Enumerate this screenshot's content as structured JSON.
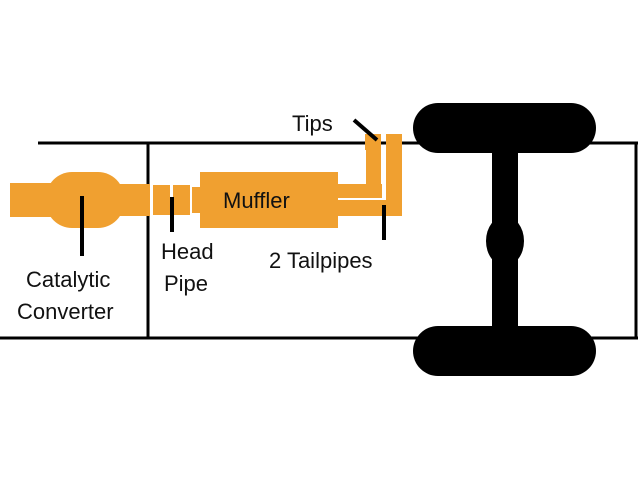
{
  "labels": {
    "catalytic_converter_line1": "Catalytic",
    "catalytic_converter_line2": "Converter",
    "head_pipe_line1": "Head",
    "head_pipe_line2": "Pipe",
    "muffler": "Muffler",
    "tips": "Tips",
    "tailpipes": "2 Tailpipes"
  },
  "colors": {
    "exhaust_part": "#F0A030",
    "outline": "#000000",
    "wheel": "#000000",
    "background": "#FFFFFF"
  }
}
